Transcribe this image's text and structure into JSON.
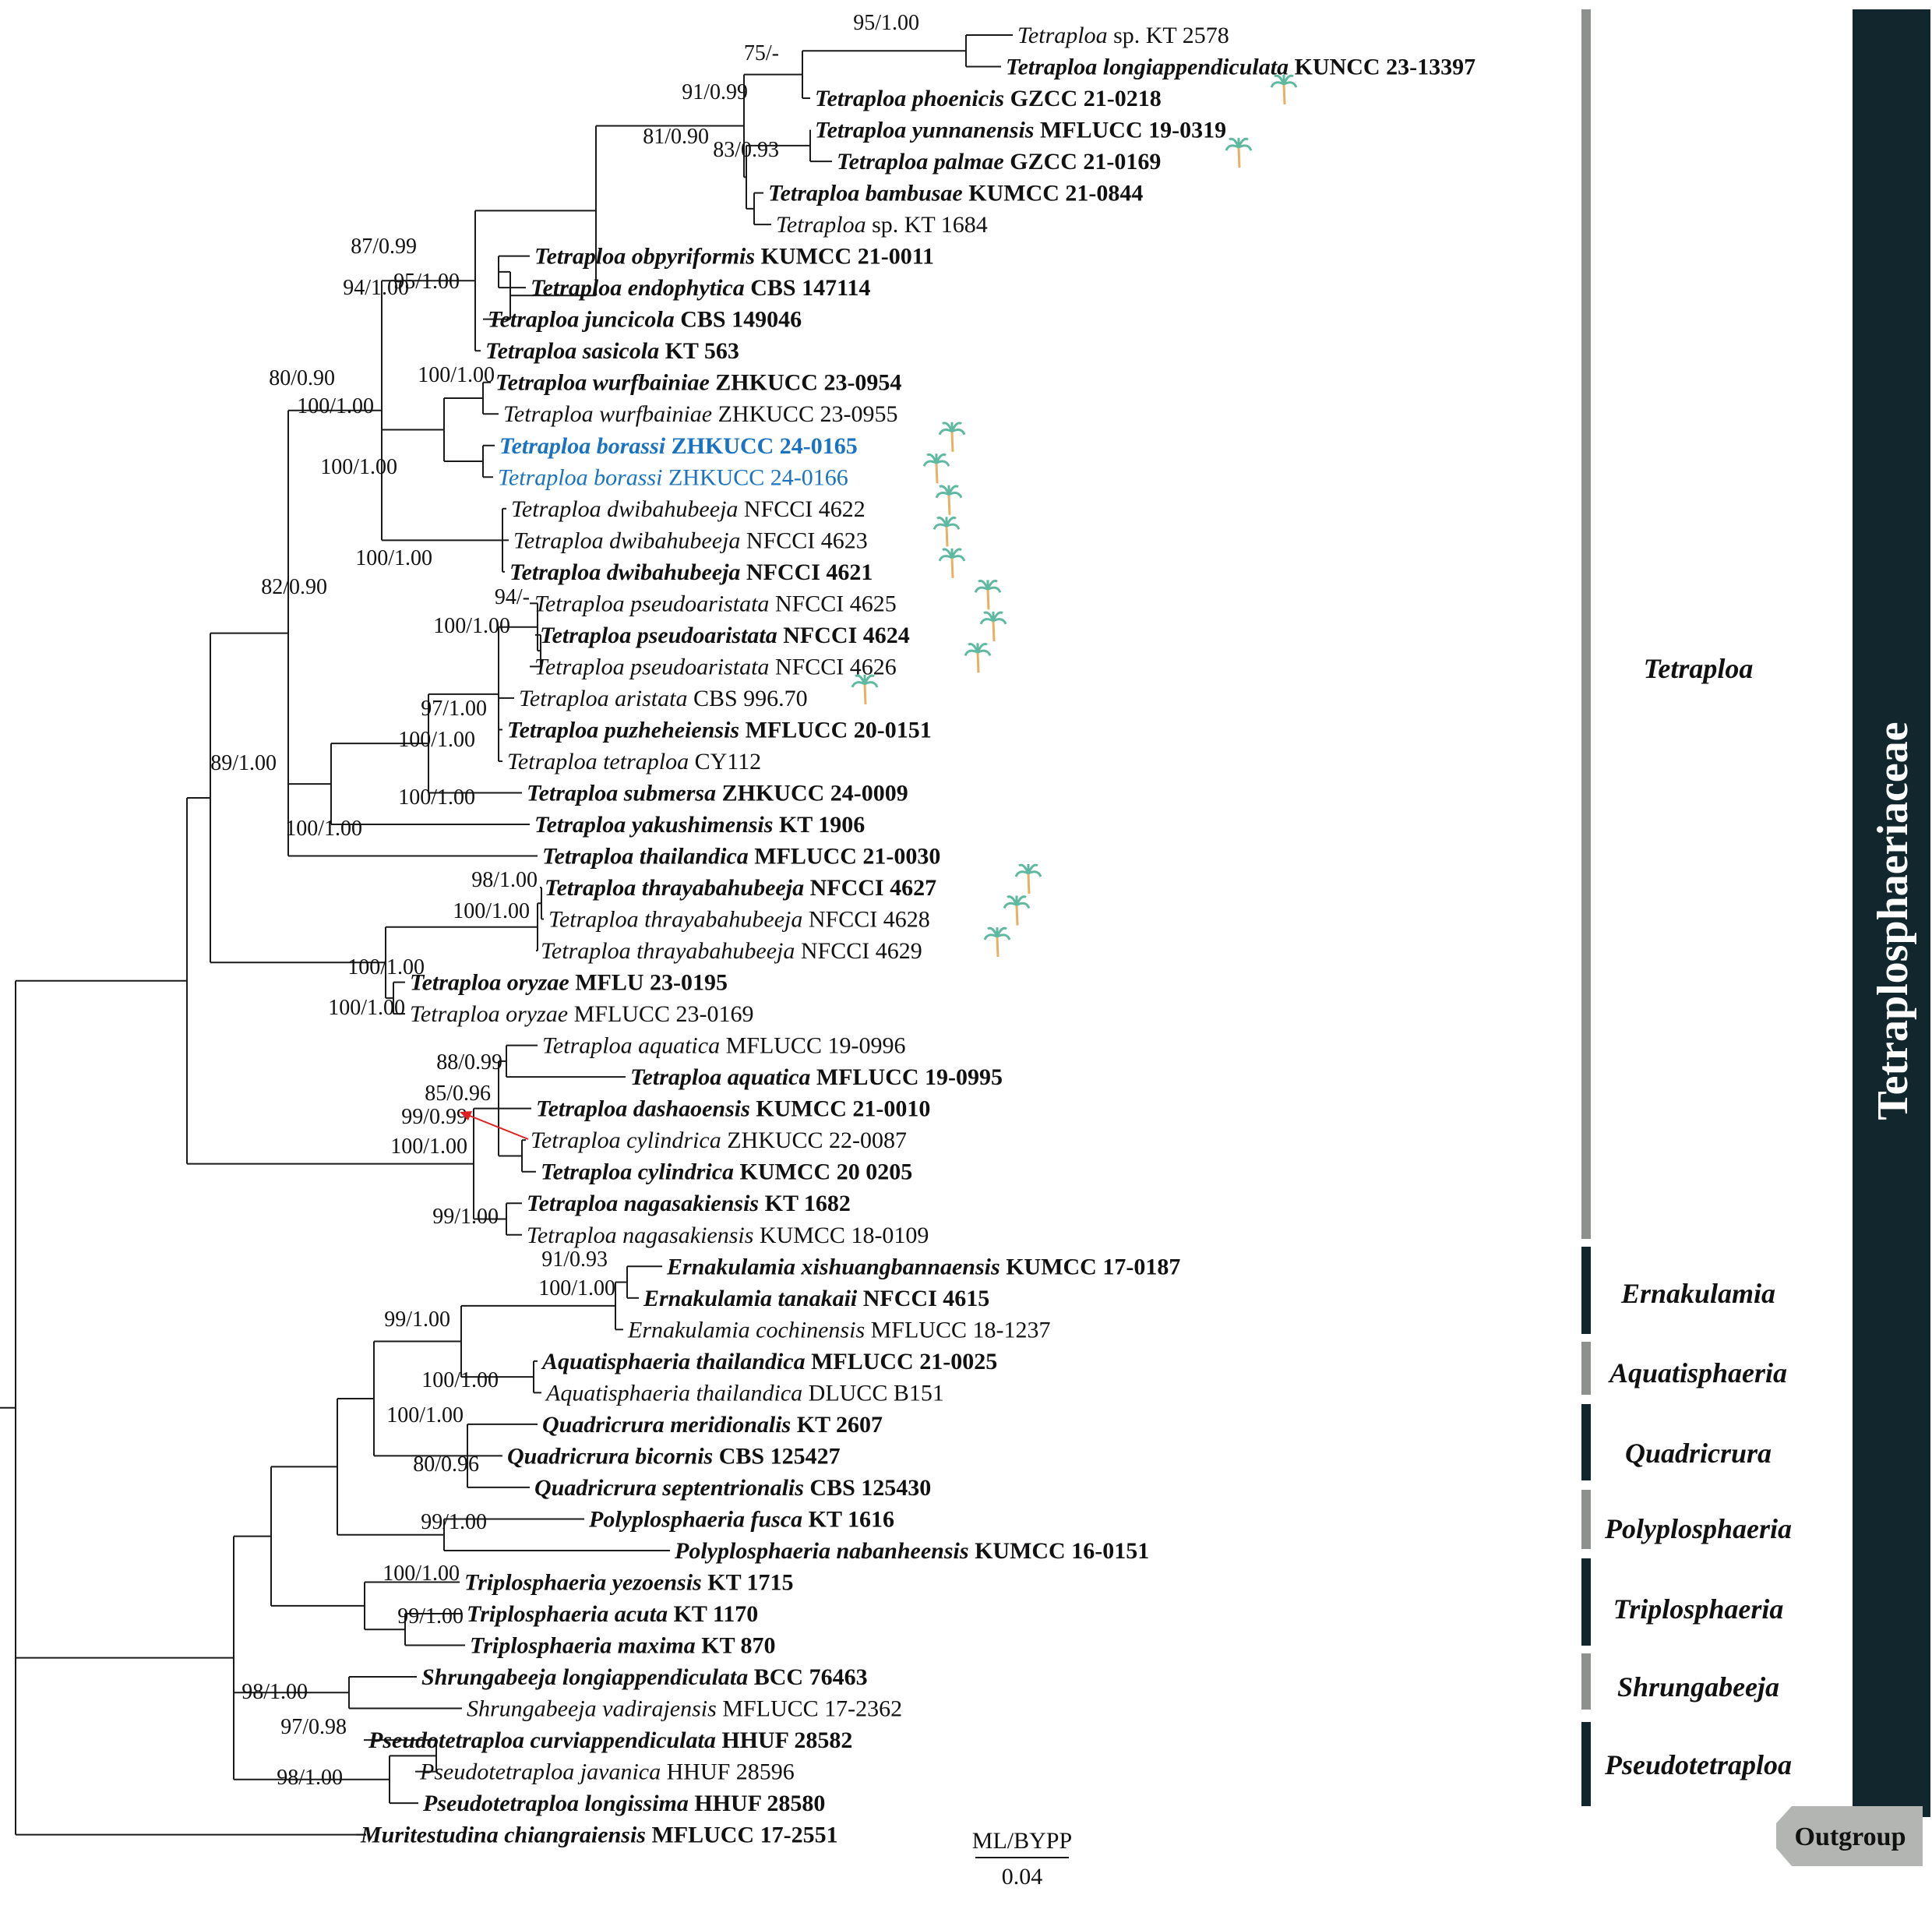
{
  "taxa": [
    {
      "g": "Tetraploa",
      "s": "sp.",
      "code": "KT 2578",
      "bold": false
    },
    {
      "g": "Tetraploa",
      "s": "longiappendiculata",
      "code": "KUNCC 23-13397",
      "bold": true
    },
    {
      "g": "Tetraploa",
      "s": "phoenicis",
      "code": "GZCC 21-0218",
      "bold": true
    },
    {
      "g": "Tetraploa",
      "s": "yunnanensis",
      "code": "MFLUCC 19-0319",
      "bold": true
    },
    {
      "g": "Tetraploa",
      "s": "palmae",
      "code": "GZCC 21-0169",
      "bold": true
    },
    {
      "g": "Tetraploa",
      "s": "bambusae",
      "code": "KUMCC 21-0844",
      "bold": true
    },
    {
      "g": "Tetraploa",
      "s": "sp.",
      "code": "KT 1684",
      "bold": false
    },
    {
      "g": "Tetraploa",
      "s": "obpyriformis",
      "code": "KUMCC 21-0011",
      "bold": true
    },
    {
      "g": "Tetraploa",
      "s": "endophytica",
      "code": "CBS 147114",
      "bold": true
    },
    {
      "g": "Tetraploa",
      "s": "juncicola",
      "code": "CBS 149046",
      "bold": true
    },
    {
      "g": "Tetraploa",
      "s": "sasicola",
      "code": "KT 563",
      "bold": true
    },
    {
      "g": "Tetraploa",
      "s": "wurfbainiae",
      "code": "ZHKUCC 23-0954",
      "bold": true
    },
    {
      "g": "Tetraploa",
      "s": "wurfbainiae",
      "code": "ZHKUCC 23-0955",
      "bold": false
    },
    {
      "g": "Tetraploa",
      "s": "borassi",
      "code": "ZHKUCC 24-0165",
      "bold": true,
      "highlight": true
    },
    {
      "g": "Tetraploa",
      "s": "borassi",
      "code": "ZHKUCC 24-0166",
      "bold": false,
      "highlight": true
    },
    {
      "g": "Tetraploa",
      "s": "dwibahubeeja",
      "code": "NFCCI 4622",
      "bold": false
    },
    {
      "g": "Tetraploa",
      "s": "dwibahubeeja",
      "code": "NFCCI 4623",
      "bold": false
    },
    {
      "g": "Tetraploa",
      "s": "dwibahubeeja",
      "code": "NFCCI 4621",
      "bold": true
    },
    {
      "g": "Tetraploa",
      "s": "pseudoaristata",
      "code": "NFCCI 4625",
      "bold": false
    },
    {
      "g": "Tetraploa",
      "s": "pseudoaristata",
      "code": "NFCCI 4624",
      "bold": true
    },
    {
      "g": "Tetraploa",
      "s": "pseudoaristata",
      "code": "NFCCI 4626",
      "bold": false
    },
    {
      "g": "Tetraploa",
      "s": "aristata",
      "code": "CBS 996.70",
      "bold": false
    },
    {
      "g": "Tetraploa",
      "s": "puzheheiensis",
      "code": "MFLUCC 20-0151",
      "bold": true
    },
    {
      "g": "Tetraploa",
      "s": "tetraploa",
      "code": "CY112",
      "bold": false
    },
    {
      "g": "Tetraploa",
      "s": "submersa",
      "code": "ZHKUCC 24-0009",
      "bold": true
    },
    {
      "g": "Tetraploa",
      "s": "yakushimensis",
      "code": "KT 1906",
      "bold": true
    },
    {
      "g": "Tetraploa",
      "s": "thailandica",
      "code": "MFLUCC 21-0030",
      "bold": true
    },
    {
      "g": "Tetraploa",
      "s": "thrayabahubeeja",
      "code": "NFCCI 4627",
      "bold": true
    },
    {
      "g": "Tetraploa",
      "s": "thrayabahubeeja",
      "code": "NFCCI 4628",
      "bold": false
    },
    {
      "g": "Tetraploa",
      "s": "thrayabahubeeja",
      "code": "NFCCI 4629",
      "bold": false
    },
    {
      "g": "Tetraploa",
      "s": "oryzae",
      "code": "MFLU 23-0195",
      "bold": true
    },
    {
      "g": "Tetraploa",
      "s": "oryzae",
      "code": "MFLUCC 23-0169",
      "bold": false
    },
    {
      "g": "Tetraploa",
      "s": "aquatica",
      "code": "MFLUCC 19-0996",
      "bold": false
    },
    {
      "g": "Tetraploa",
      "s": "aquatica",
      "code": "MFLUCC 19-0995",
      "bold": true
    },
    {
      "g": "Tetraploa",
      "s": "dashaoensis",
      "code": "KUMCC 21-0010",
      "bold": true
    },
    {
      "g": "Tetraploa",
      "s": "cylindrica",
      "code": "ZHKUCC 22-0087",
      "bold": false
    },
    {
      "g": "Tetraploa",
      "s": "cylindrica",
      "code": "KUMCC 20 0205",
      "bold": true
    },
    {
      "g": "Tetraploa",
      "s": "nagasakiensis",
      "code": "KT 1682",
      "bold": true
    },
    {
      "g": "Tetraploa",
      "s": "nagasakiensis",
      "code": "KUMCC 18-0109",
      "bold": false
    },
    {
      "g": "Ernakulamia",
      "s": "xishuangbannaensis",
      "code": "KUMCC 17-0187",
      "bold": true
    },
    {
      "g": "Ernakulamia",
      "s": "tanakaii",
      "code": "NFCCI 4615",
      "bold": true
    },
    {
      "g": "Ernakulamia",
      "s": "cochinensis",
      "code": "MFLUCC 18-1237",
      "bold": false
    },
    {
      "g": "Aquatisphaeria",
      "s": "thailandica",
      "code": "MFLUCC 21-0025",
      "bold": true
    },
    {
      "g": "Aquatisphaeria",
      "s": "thailandica",
      "code": "DLUCC B151",
      "bold": false
    },
    {
      "g": "Quadricrura",
      "s": "meridionalis",
      "code": "KT 2607",
      "bold": true
    },
    {
      "g": "Quadricrura",
      "s": "bicornis",
      "code": "CBS 125427",
      "bold": true
    },
    {
      "g": "Quadricrura",
      "s": "septentrionalis",
      "code": "CBS 125430",
      "bold": true
    },
    {
      "g": "Polyplosphaeria",
      "s": "fusca",
      "code": "KT 1616",
      "bold": true
    },
    {
      "g": "Polyplosphaeria",
      "s": "nabanheensis",
      "code": "KUMCC 16-0151",
      "bold": true
    },
    {
      "g": "Triplosphaeria",
      "s": "yezoensis",
      "code": "KT 1715",
      "bold": true
    },
    {
      "g": "Triplosphaeria",
      "s": "acuta",
      "code": "KT 1170",
      "bold": true
    },
    {
      "g": "Triplosphaeria",
      "s": "maxima",
      "code": "KT 870",
      "bold": true
    },
    {
      "g": "Shrungabeeja",
      "s": "longiappendiculata",
      "code": "BCC 76463",
      "bold": true
    },
    {
      "g": "Shrungabeeja",
      "s": "vadirajensis",
      "code": "MFLUCC 17-2362",
      "bold": false
    },
    {
      "g": "Pseudotetraploa",
      "s": "curviappendiculata",
      "code": "HHUF 28582",
      "bold": true
    },
    {
      "g": "Pseudotetraploa",
      "s": "javanica",
      "code": "HHUF 28596",
      "bold": false
    },
    {
      "g": "Pseudotetraploa",
      "s": "longissima",
      "code": "HHUF 28580",
      "bold": true
    },
    {
      "g": "Muritestudina",
      "s": "chiangraiensis",
      "code": "MFLUCC 17-2551",
      "bold": true
    }
  ],
  "support_values": [
    "95/1.00",
    "75/-",
    "91/0.99",
    "83/0.93",
    "81/0.90",
    "87/0.99",
    "95/1.00",
    "94/1.00",
    "80/0.90",
    "100/1.00",
    "100/1.00",
    "100/1.00",
    "100/1.00",
    "82/0.90",
    "94/-",
    "100/1.00",
    "97/1.00",
    "100/1.00",
    "100/1.00",
    "100/1.00",
    "98/1.00",
    "100/1.00",
    "100/1.00",
    "100/1.00",
    "89/1.00",
    "88/0.99",
    "85/0.96",
    "99/0.99",
    "100/1.00",
    "99/1.00",
    "91/0.93",
    "100/1.00",
    "99/1.00",
    "100/1.00",
    "100/1.00",
    "80/0.96",
    "99/1.00",
    "100/1.00",
    "99/1.00",
    "98/1.00",
    "97/0.98",
    "98/1.00"
  ],
  "clades": [
    {
      "name": "Tetraploa",
      "color": "#8d918d"
    },
    {
      "name": "Ernakulamia",
      "color": "#12262e"
    },
    {
      "name": "Aquatisphaeria",
      "color": "#8d918d"
    },
    {
      "name": "Quadricrura",
      "color": "#12262e"
    },
    {
      "name": "Polyplosphaeria",
      "color": "#8d918d"
    },
    {
      "name": "Triplosphaeria",
      "color": "#12262e"
    },
    {
      "name": "Shrungabeeja",
      "color": "#8d918d"
    },
    {
      "name": "Pseudotetraploa",
      "color": "#12262e"
    }
  ],
  "family": {
    "name": "Tetraplosphaeriaceae",
    "color": "#12262e"
  },
  "outgroup": {
    "label": "Outgroup",
    "color": "#b3b5b3"
  },
  "scale": {
    "header": "ML/BYPP",
    "value": "0.04"
  },
  "colors": {
    "highlight": "#1a73c2",
    "palm_icon": "#5fb8a0",
    "arrow": "#e02020"
  },
  "palm_taxa": [
    2,
    4,
    13,
    14,
    15,
    16,
    17,
    18,
    19,
    20,
    21,
    27,
    28,
    29
  ]
}
